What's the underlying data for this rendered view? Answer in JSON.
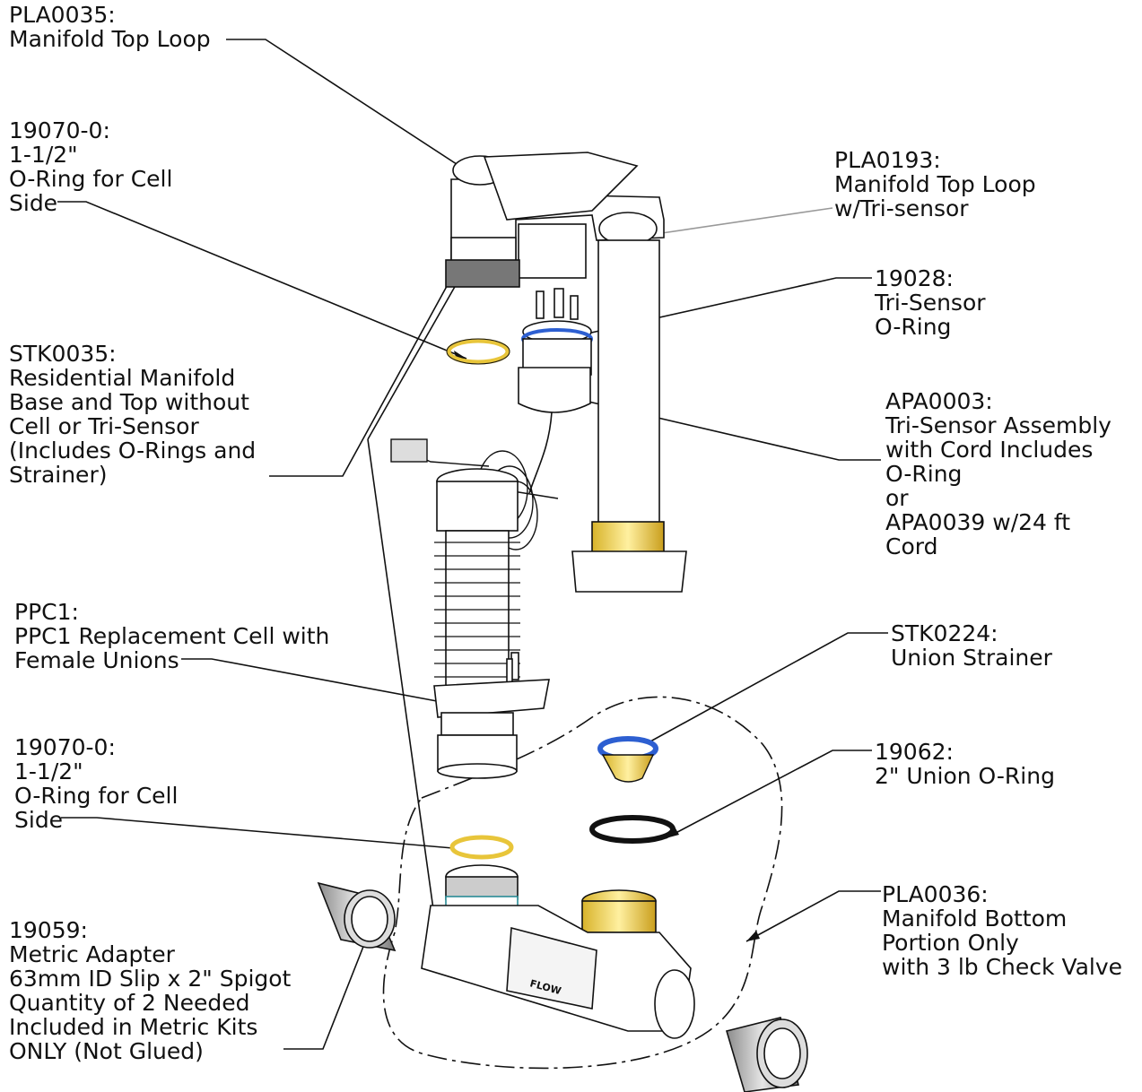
{
  "callouts": [
    {
      "id": "pla0035",
      "lines": [
        "PLA0035:",
        "Manifold Top Loop"
      ]
    },
    {
      "id": "o-ring-top",
      "lines": [
        "19070-0:",
        "1-1/2\"",
        "O-Ring for Cell",
        "Side"
      ]
    },
    {
      "id": "pla0193",
      "lines": [
        "PLA0193:",
        "Manifold Top Loop",
        "w/Tri-sensor"
      ]
    },
    {
      "id": "19028",
      "lines": [
        "19028:",
        "Tri-Sensor",
        "O-Ring"
      ]
    },
    {
      "id": "stk0035",
      "lines": [
        "STK0035:",
        "Residential Manifold",
        "Base and Top without",
        "Cell or Tri-Sensor",
        "(Includes O-Rings and",
        "Strainer)"
      ]
    },
    {
      "id": "apa0003",
      "lines": [
        "APA0003:",
        "Tri-Sensor Assembly",
        "with Cord Includes",
        "O-Ring",
        "or",
        "APA0039 w/24 ft",
        "Cord"
      ]
    },
    {
      "id": "ppc1",
      "lines": [
        "PPC1:",
        "PPC1 Replacement Cell with",
        "Female Unions"
      ]
    },
    {
      "id": "stk0224",
      "lines": [
        "STK0224:",
        "Union Strainer"
      ]
    },
    {
      "id": "o-ring-bottom",
      "lines": [
        "19070-0:",
        "1-1/2\"",
        "O-Ring for Cell",
        "Side"
      ]
    },
    {
      "id": "19062",
      "lines": [
        "19062:",
        "2\" Union O-Ring"
      ]
    },
    {
      "id": "pla0036",
      "lines": [
        "PLA0036:",
        "Manifold Bottom",
        "Portion Only",
        "with 3 lb Check Valve"
      ]
    },
    {
      "id": "19059",
      "lines": [
        "19059:",
        "Metric Adapter",
        "63mm ID Slip x 2\" Spigot",
        "Quantity of 2 Needed",
        "Included in Metric Kits",
        "ONLY (Not Glued)"
      ]
    }
  ],
  "flow_label": "FLOW",
  "colors": {
    "line": "#111111",
    "part_fill": "#ffffff",
    "gray_fill": "#c8c8c8",
    "yellow_oring": "#e8c53a",
    "blue_strainer": "#2d5fd1",
    "black_oring": "#111111",
    "teal_band": "#2a8c96",
    "gold_union": "#f0d04a"
  }
}
